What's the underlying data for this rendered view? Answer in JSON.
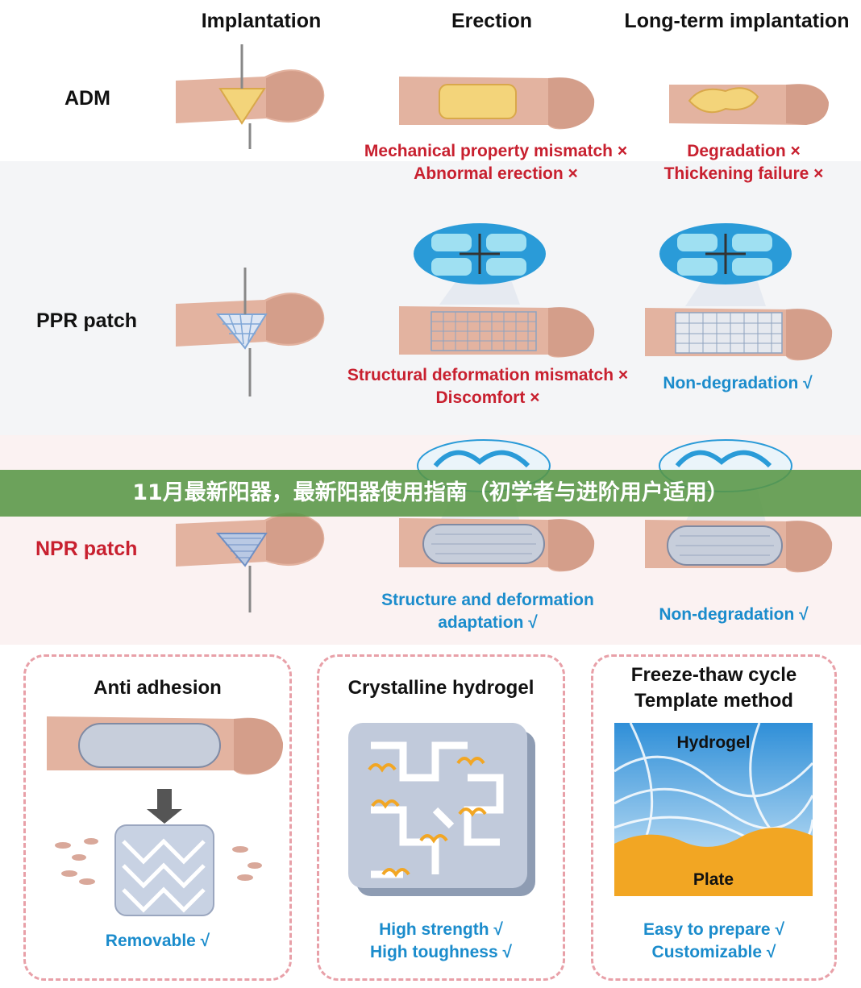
{
  "columns": {
    "implantation": "Implantation",
    "erection": "Erection",
    "long_term": "Long-term implantation"
  },
  "rows": {
    "adm": {
      "label": "ADM",
      "erection_notes": [
        "Mechanical property mismatch ×",
        "Abnormal erection ×"
      ],
      "long_term_notes": [
        "Degradation ×",
        "Thickening failure ×"
      ]
    },
    "ppr": {
      "label": "PPR patch",
      "erection_notes": [
        "Structural deformation mismatch ×",
        "Discomfort ×"
      ],
      "long_term_notes": [
        "Non-degradation √"
      ]
    },
    "npr": {
      "label": "NPR patch",
      "erection_notes": [
        "Structure and deformation",
        "adaptation √"
      ],
      "long_term_notes": [
        "Non-degradation √"
      ]
    }
  },
  "banner": "11月最新阳器，最新阳器使用指南（初学者与进阶用户适用）",
  "panels": {
    "anti_adhesion": {
      "title": "Anti adhesion",
      "notes": [
        "Removable √"
      ]
    },
    "crystalline": {
      "title": "Crystalline hydrogel",
      "notes": [
        "High strength √",
        "High toughness √"
      ]
    },
    "freeze_thaw": {
      "title_lines": [
        "Freeze-thaw cycle",
        "Template method"
      ],
      "hydrogel_label": "Hydrogel",
      "plate_label": "Plate",
      "notes": [
        "Easy to prepare √",
        "Customizable √"
      ]
    }
  },
  "colors": {
    "skin": "#e3b3a0",
    "skin_dark": "#c98f7c",
    "adm_patch": "#f3d47a",
    "mesh_blue": "#7fa6d6",
    "lattice_blue": "#2a9bd8",
    "warning_red": "#c8202f",
    "ok_blue": "#1b8ccc",
    "banner_green": "#5a9646",
    "plate_orange": "#f2a623",
    "dashed_border": "#e8a0a8"
  }
}
